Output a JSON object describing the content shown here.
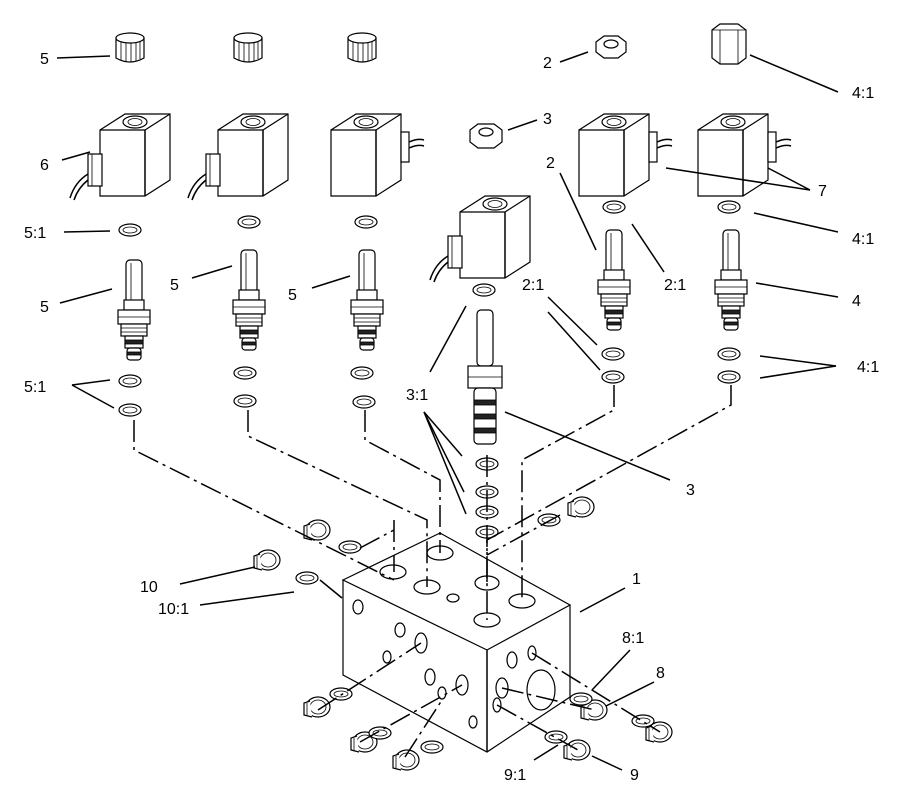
{
  "callouts": {
    "c5_top": "5",
    "c2_top": "2",
    "c4_1_top": "4:1",
    "c3_nut": "3",
    "c6": "6",
    "c2_mid": "2",
    "c7": "7",
    "c5_1_a": "5:1",
    "c4_1_mid": "4:1",
    "c5_v1": "5",
    "c5_v2": "5",
    "c5_v3": "5",
    "c2_1_a": "2:1",
    "c2_1_b": "2:1",
    "c4": "4",
    "c4_1_low": "4:1",
    "c5_1_b": "5:1",
    "c3_1": "3:1",
    "c3": "3",
    "c1": "1",
    "c10": "10",
    "c10_1": "10:1",
    "c8_1": "8:1",
    "c8": "8",
    "c9_1": "9:1",
    "c9": "9"
  }
}
